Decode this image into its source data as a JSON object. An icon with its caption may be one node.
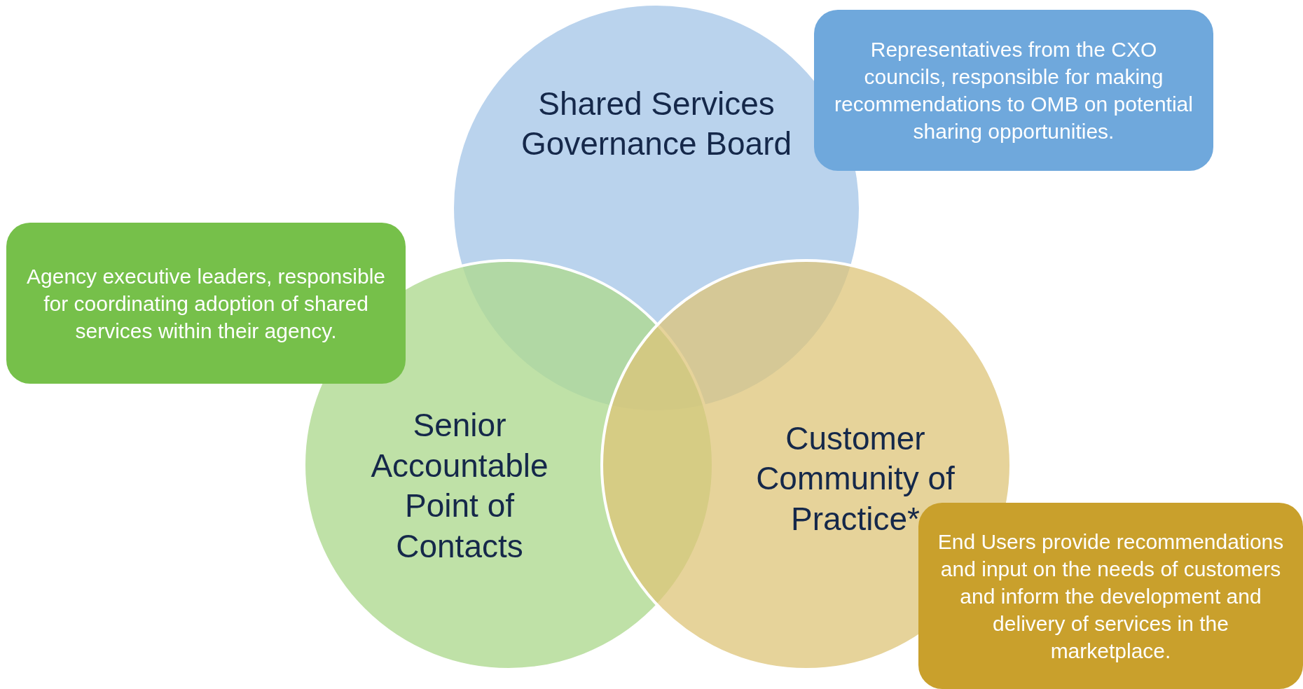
{
  "diagram": {
    "nodes": [
      {
        "text": [
          "Shared Services Governance Board"
        ]
      },
      {
        "text": [
          "Representatives from the CXO councils, responsible for making recommendations to OMB on potential sharing opportunities."
        ]
      },
      {
        "text": [
          "Agency executive leaders, responsible for coordinating adoption of shared services within their agency."
        ]
      },
      {
        "text": [
          "Senior Accountable Point of Contacts"
        ]
      },
      {
        "text": [
          "Customer Community of Practice*"
        ]
      },
      {
        "text": [
          "End Users provide recommendations and input on the needs of customers and inform the development and delivery of services in the marketplace."
        ]
      }
    ]
  }
}
